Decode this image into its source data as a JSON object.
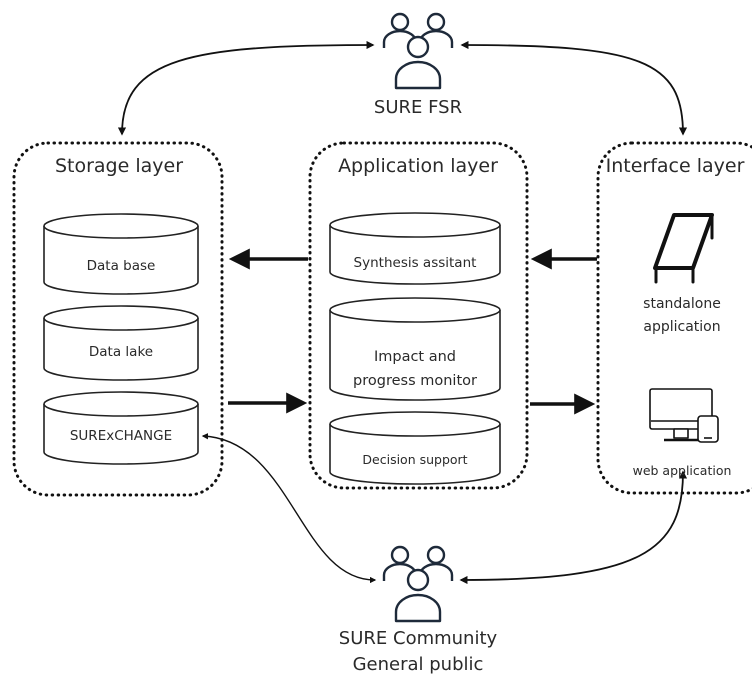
{
  "actors": {
    "top": {
      "name": "SURE FSR",
      "icon": "people-group-icon"
    },
    "bottom": {
      "name_line1": "SURE Community",
      "name_line2": "General public",
      "icon": "people-group-icon"
    }
  },
  "layers": {
    "storage": {
      "title": "Storage layer",
      "items": [
        "Data base",
        "Data lake",
        "SURExCHANGE"
      ]
    },
    "application": {
      "title": "Application layer",
      "items": [
        "Synthesis assitant",
        "Impact and progress monitor",
        "Decision support"
      ]
    },
    "interface": {
      "title": "Interface layer",
      "items": [
        {
          "label_line1": "standalone",
          "label_line2": "application",
          "icon": "standalone-device-icon"
        },
        {
          "label": "web application",
          "icon": "desktop-and-phone-icon"
        }
      ]
    }
  },
  "colors": {
    "line": "#111111",
    "icon_stroke": "#1e2a3a",
    "text": "#2a2a2a"
  }
}
